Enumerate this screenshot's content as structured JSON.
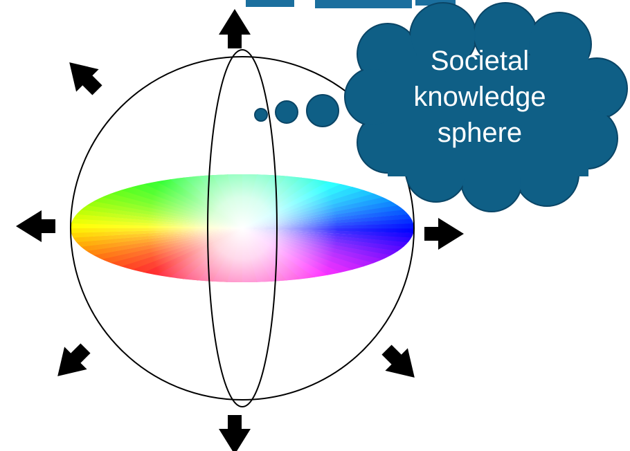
{
  "colors": {
    "cloud_fill": "#0f5f86",
    "cloud_stroke": "#0a4566",
    "line": "#000000",
    "arrow": "#000000",
    "label_text": "#ffffff"
  },
  "title_fragment_color": "#1b6f9e",
  "callout": {
    "lines": [
      "Societal",
      "knowledge",
      "sphere"
    ]
  },
  "icons": {
    "arrows": [
      "arrow-up-icon",
      "arrow-up-left-icon",
      "arrow-left-icon",
      "arrow-right-icon",
      "arrow-down-left-icon",
      "arrow-down-right-icon",
      "arrow-down-icon"
    ],
    "thought_bubbles": 3
  }
}
